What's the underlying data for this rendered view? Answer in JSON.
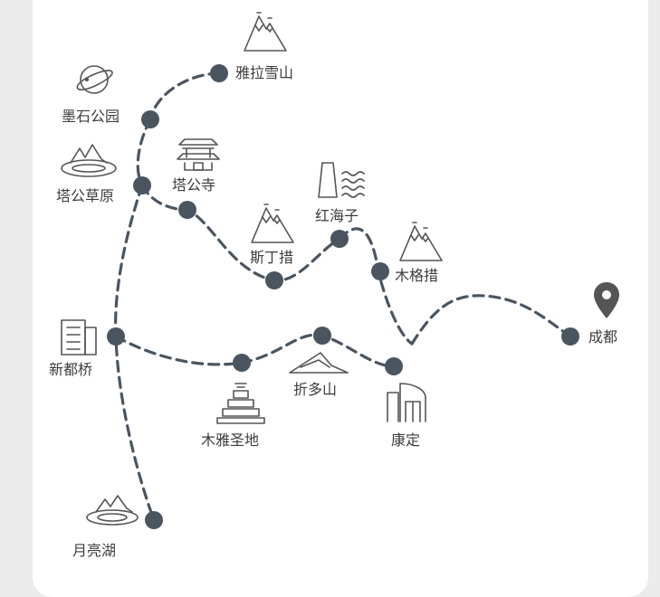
{
  "map": {
    "places": [
      {
        "id": "yala",
        "name": "雅拉雪山",
        "icon": "snow-mountain-icon"
      },
      {
        "id": "moshi",
        "name": "墨石公园",
        "icon": "planet-icon"
      },
      {
        "id": "tagong-grassland",
        "name": "塔公草原",
        "icon": "grassland-lake-icon"
      },
      {
        "id": "tagong-temple",
        "name": "塔公寺",
        "icon": "temple-icon"
      },
      {
        "id": "honghaizi",
        "name": "红海子",
        "icon": "lake-waves-icon"
      },
      {
        "id": "siding",
        "name": "斯丁措",
        "icon": "snow-mountain-icon"
      },
      {
        "id": "mugecuo",
        "name": "木格措",
        "icon": "snow-mountain-icon"
      },
      {
        "id": "chengdu",
        "name": "成都",
        "icon": "location-pin-icon"
      },
      {
        "id": "xinduqiao",
        "name": "新都桥",
        "icon": "building-icon"
      },
      {
        "id": "zheduo",
        "name": "折多山",
        "icon": "mountain-pass-icon"
      },
      {
        "id": "muya",
        "name": "木雅圣地",
        "icon": "stupa-icon"
      },
      {
        "id": "kangding",
        "name": "康定",
        "icon": "city-gate-icon"
      },
      {
        "id": "yueliang",
        "name": "月亮湖",
        "icon": "grassland-lake-icon"
      }
    ],
    "colors": {
      "route": "#4a5560",
      "node": "#4a5560",
      "icon": "#555555",
      "text": "#3c3c3c"
    }
  }
}
